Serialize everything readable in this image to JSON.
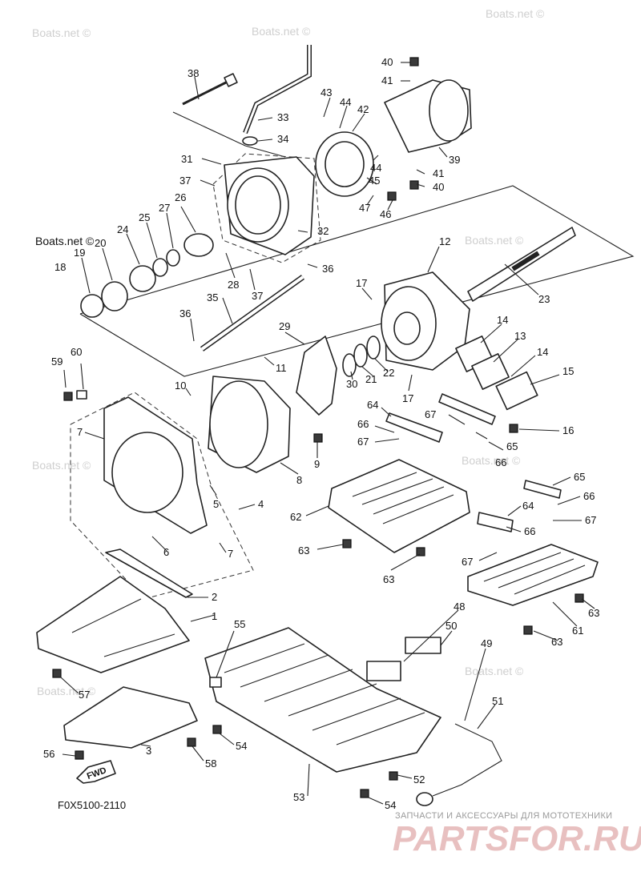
{
  "diagram_code": "F0X5100-2110",
  "fwd_label": "FWD",
  "watermarks": {
    "site": "Boats.net ©",
    "site_mid": "Boats.net ©",
    "parts_tagline": "ЗАПЧАСТИ И АКСЕССУАРЫ ДЛЯ МОТОТЕХНИКИ",
    "parts_logo": "PARTSFOR.RU"
  },
  "callouts": [
    {
      "id": "c38",
      "label": "38"
    },
    {
      "id": "c33",
      "label": "33"
    },
    {
      "id": "c34",
      "label": "34"
    },
    {
      "id": "c31",
      "label": "31"
    },
    {
      "id": "c37a",
      "label": "37"
    },
    {
      "id": "c26",
      "label": "26"
    },
    {
      "id": "c27",
      "label": "27"
    },
    {
      "id": "c25",
      "label": "25"
    },
    {
      "id": "c24",
      "label": "24"
    },
    {
      "id": "c20",
      "label": "20"
    },
    {
      "id": "c19",
      "label": "19"
    },
    {
      "id": "c18",
      "label": "18"
    },
    {
      "id": "c32",
      "label": "32"
    },
    {
      "id": "c36a",
      "label": "36"
    },
    {
      "id": "c28",
      "label": "28"
    },
    {
      "id": "c37b",
      "label": "37"
    },
    {
      "id": "c35",
      "label": "35"
    },
    {
      "id": "c36b",
      "label": "36"
    },
    {
      "id": "c40a",
      "label": "40"
    },
    {
      "id": "c41a",
      "label": "41"
    },
    {
      "id": "c43",
      "label": "43"
    },
    {
      "id": "c44a",
      "label": "44"
    },
    {
      "id": "c42",
      "label": "42"
    },
    {
      "id": "c39",
      "label": "39"
    },
    {
      "id": "c44b",
      "label": "44"
    },
    {
      "id": "c45",
      "label": "45"
    },
    {
      "id": "c41b",
      "label": "41"
    },
    {
      "id": "c40b",
      "label": "40"
    },
    {
      "id": "c47",
      "label": "47"
    },
    {
      "id": "c46",
      "label": "46"
    },
    {
      "id": "c12",
      "label": "12"
    },
    {
      "id": "c17a",
      "label": "17"
    },
    {
      "id": "c23",
      "label": "23"
    },
    {
      "id": "c29",
      "label": "29"
    },
    {
      "id": "c14a",
      "label": "14"
    },
    {
      "id": "c13",
      "label": "13"
    },
    {
      "id": "c14b",
      "label": "14"
    },
    {
      "id": "c15",
      "label": "15"
    },
    {
      "id": "c30",
      "label": "30"
    },
    {
      "id": "c21",
      "label": "21"
    },
    {
      "id": "c22",
      "label": "22"
    },
    {
      "id": "c17b",
      "label": "17"
    },
    {
      "id": "c59",
      "label": "59"
    },
    {
      "id": "c60",
      "label": "60"
    },
    {
      "id": "c10",
      "label": "10"
    },
    {
      "id": "c11",
      "label": "11"
    },
    {
      "id": "c64a",
      "label": "64"
    },
    {
      "id": "c66a",
      "label": "66"
    },
    {
      "id": "c67a",
      "label": "67"
    },
    {
      "id": "c67b",
      "label": "67"
    },
    {
      "id": "c65a",
      "label": "65"
    },
    {
      "id": "c66b",
      "label": "66"
    },
    {
      "id": "c16",
      "label": "16"
    },
    {
      "id": "c7a",
      "label": "7"
    },
    {
      "id": "c9",
      "label": "9"
    },
    {
      "id": "c8",
      "label": "8"
    },
    {
      "id": "c5",
      "label": "5"
    },
    {
      "id": "c4",
      "label": "4"
    },
    {
      "id": "c62",
      "label": "62"
    },
    {
      "id": "c65b",
      "label": "65"
    },
    {
      "id": "c66c",
      "label": "66"
    },
    {
      "id": "c64b",
      "label": "64"
    },
    {
      "id": "c67c",
      "label": "67"
    },
    {
      "id": "c66d",
      "label": "66"
    },
    {
      "id": "c6",
      "label": "6"
    },
    {
      "id": "c7b",
      "label": "7"
    },
    {
      "id": "c63a",
      "label": "63"
    },
    {
      "id": "c63b",
      "label": "63"
    },
    {
      "id": "c67d",
      "label": "67"
    },
    {
      "id": "c2",
      "label": "2"
    },
    {
      "id": "c48",
      "label": "48"
    },
    {
      "id": "c63c",
      "label": "63"
    },
    {
      "id": "c1",
      "label": "1"
    },
    {
      "id": "c55",
      "label": "55"
    },
    {
      "id": "c50",
      "label": "50"
    },
    {
      "id": "c49",
      "label": "49"
    },
    {
      "id": "c61",
      "label": "61"
    },
    {
      "id": "c63d",
      "label": "63"
    },
    {
      "id": "c57",
      "label": "57"
    },
    {
      "id": "c51",
      "label": "51"
    },
    {
      "id": "c54a",
      "label": "54"
    },
    {
      "id": "c3",
      "label": "3"
    },
    {
      "id": "c56",
      "label": "56"
    },
    {
      "id": "c58",
      "label": "58"
    },
    {
      "id": "c52",
      "label": "52"
    },
    {
      "id": "c53",
      "label": "53"
    },
    {
      "id": "c54b",
      "label": "54"
    }
  ]
}
